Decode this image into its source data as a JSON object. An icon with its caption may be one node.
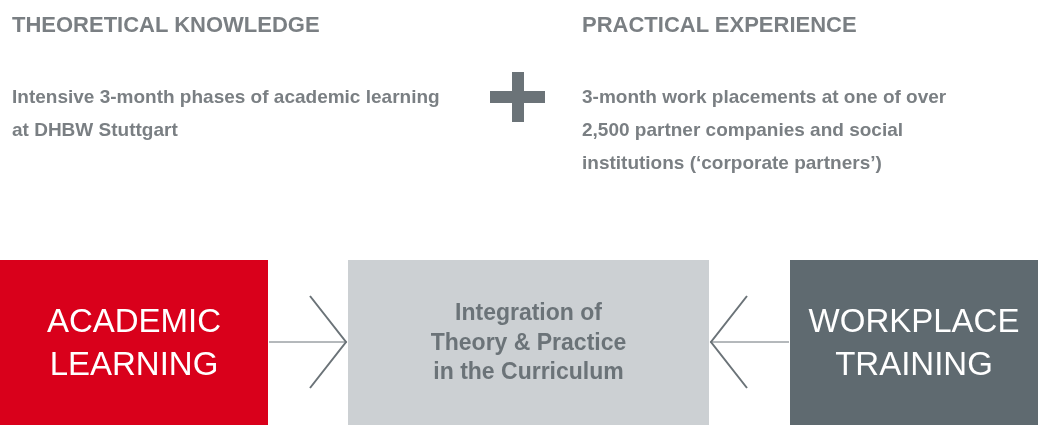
{
  "diagram": {
    "nodes": [
      {
        "text": [
          "ACADEMIC LEARNING"
        ]
      },
      {
        "text": [
          "Integration of Theory & Practice in the Curriculum"
        ]
      },
      {
        "text": [
          "WORKPLACE TRAINING"
        ]
      }
    ],
    "edges": [
      {
        "from": 0,
        "to": 1,
        "arrow": "to"
      },
      {
        "from": 2,
        "to": 1,
        "arrow": "to"
      }
    ],
    "labels": [
      "THEORETICAL KNOWLEDGE",
      "PRACTICAL EXPERIENCE",
      "Intensive 3-month phases of academic learning at DHBW Stuttgart",
      "3-month work placements at one of over 2,500 partner companies and social institutions (‘corporate partners’)"
    ]
  }
}
